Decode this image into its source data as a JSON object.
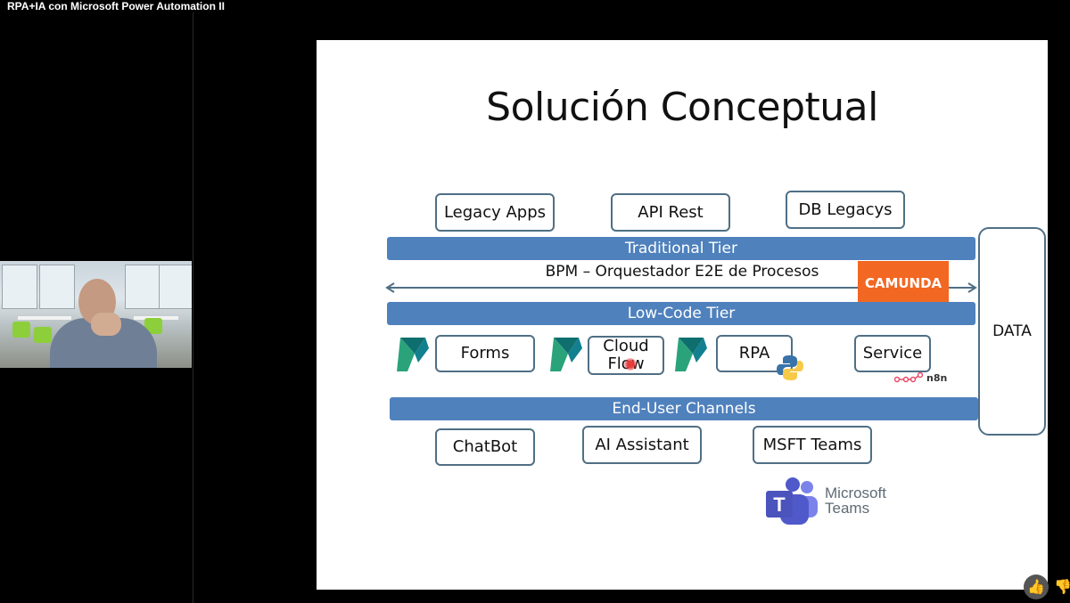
{
  "video": {
    "title": "RPA+IA con Microsoft Power Automation II"
  },
  "slide": {
    "title": "Solución Conceptual",
    "legacy_row": [
      "Legacy Apps",
      "API Rest",
      "DB Legacys"
    ],
    "traditional_tier": "Traditional Tier",
    "bpm_label": "BPM – Orquestador E2E de Procesos",
    "camunda_logo": "CAMUNDA",
    "low_code_tier": "Low-Code Tier",
    "low_code_items": [
      "Forms",
      "Cloud Flow",
      "RPA",
      "Service"
    ],
    "n8n_logo": "n8n",
    "end_user_channels": "End-User Channels",
    "channel_items": [
      "ChatBot",
      "AI Assistant",
      "MSFT Teams"
    ],
    "data_box": "DATA",
    "teams_logo_line1": "Microsoft",
    "teams_logo_line2": "Teams"
  },
  "colors": {
    "tier_bar": "#4f81bd",
    "box_border": "#4f6f85",
    "camunda": "#f26722"
  },
  "icons": [
    "power-automate-icon",
    "python-icon",
    "n8n-icon",
    "microsoft-teams-icon",
    "thumbs-up-icon",
    "thumbs-down-icon"
  ]
}
